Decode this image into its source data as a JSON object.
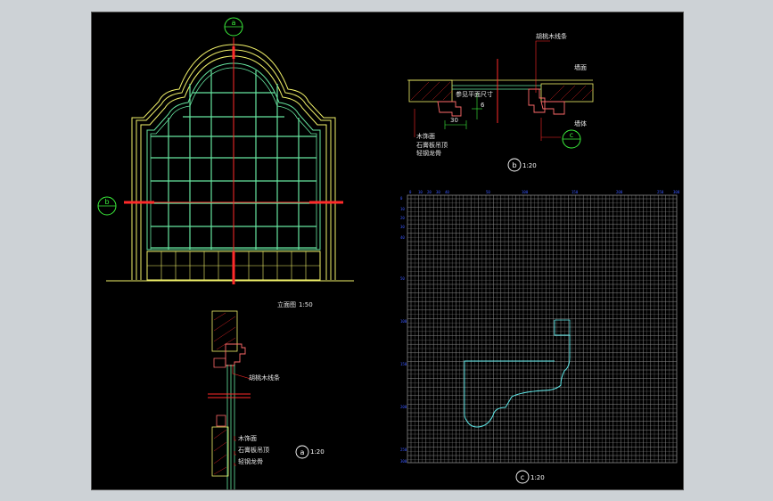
{
  "colors": {
    "background_outer": "#cdd2d6",
    "viewport": "#000000",
    "frame_yellow": "#f2f26a",
    "mullion_green": "#66e6a0",
    "center_red": "#ff2a2a",
    "cyan": "#5fe9e9",
    "grid_grey": "#8a8a8a",
    "tick_blue": "#3a58ff",
    "callout_green": "#3cf03c"
  },
  "elevation": {
    "callout_a_top": "a",
    "callout_b_left": "b",
    "title": "立面图",
    "scale": "1:50"
  },
  "section_a": {
    "note_top": "胡桃木线条",
    "note_lines": [
      "木饰面",
      "石膏板吊顶",
      "轻钢龙骨"
    ],
    "callout": "a",
    "scale": "1:20"
  },
  "section_b": {
    "note_top": "胡桃木线条",
    "mid_label": "参见平面尺寸",
    "dim": "6",
    "dim2": "30",
    "note_lines": [
      "木饰面",
      "石膏板吊顶",
      "轻钢龙骨"
    ],
    "right_top": "墙面",
    "right_mid": "墙体",
    "callout_c": "c",
    "callout": "b",
    "scale": "1:20"
  },
  "profile_c": {
    "callout": "c",
    "scale": "1:20",
    "top_ticks": [
      "0",
      "10",
      "20",
      "30",
      "40",
      "50",
      "100",
      "150",
      "200",
      "250",
      "300"
    ],
    "left_ticks": [
      "0",
      "10",
      "20",
      "30",
      "40",
      "50",
      "100",
      "150",
      "200",
      "250",
      "300"
    ]
  }
}
